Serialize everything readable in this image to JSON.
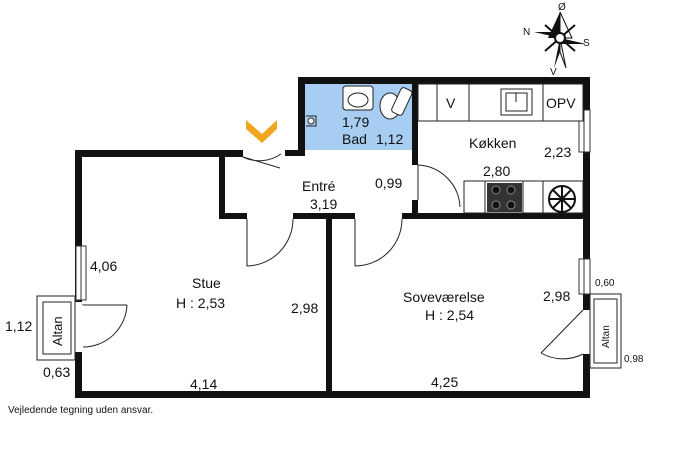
{
  "compass": {
    "n": "N",
    "s": "S",
    "v": "V",
    "o": "Ø"
  },
  "rooms": {
    "bad": {
      "area": "1,79",
      "name": "Bad",
      "width": "1,12"
    },
    "kokken": {
      "name": "Køkken",
      "width": "2,80",
      "depth": "2,23",
      "fridge": "V",
      "dishwasher": "OPV"
    },
    "entre": {
      "name": "Entré",
      "area": "3,19",
      "width": "0,99"
    },
    "stue": {
      "name": "Stue",
      "height": "H : 2,53",
      "depth_left": "4,06",
      "depth_right": "2,98",
      "width": "4,14"
    },
    "sovevaerelse": {
      "name": "Soveværelse",
      "height": "H : 2,54",
      "depth": "2,98",
      "width": "4,25"
    },
    "altan_left": {
      "name": "Altan",
      "depth": "1,12",
      "width": "0,63"
    },
    "altan_right": {
      "name": "Altan",
      "width": "0,60",
      "depth": "0,98"
    }
  },
  "colors": {
    "bathroom": "#a7cdf2",
    "entrance_marker": "#f0a61e",
    "wall": "#111111"
  },
  "disclaimer": "Vejledende tegning uden ansvar."
}
